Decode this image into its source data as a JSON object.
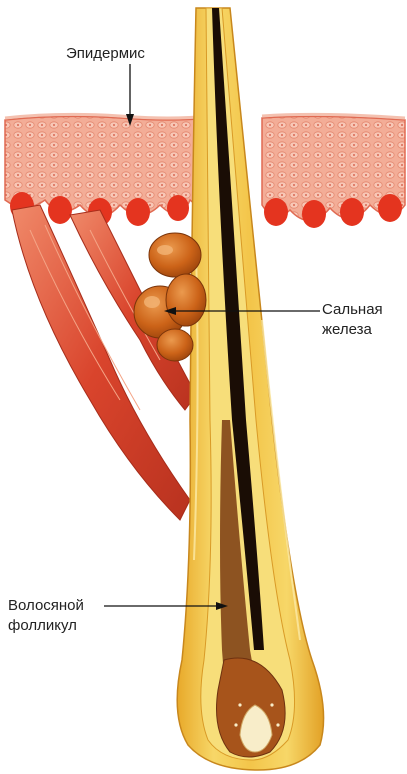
{
  "labels": {
    "epidermis": "Эпидермис",
    "sebaceous_gland": [
      "Сальная",
      "железа"
    ],
    "hair_follicle": [
      "Волосяной",
      "фолликул"
    ]
  },
  "colors": {
    "epidermis_light": "#f6b7a2",
    "epidermis_dark": "#e98268",
    "dermal_papillae": "#e4341f",
    "muscle": "#d9442c",
    "muscle_highlight": "#f08a6a",
    "gland": "#c75a12",
    "gland_highlight": "#e98a3c",
    "follicle_outer": "#f2c23a",
    "follicle_inner": "#f7de7a",
    "hair_shaft": "#1a0d05",
    "hair_mid": "#7a3b12",
    "bulb_core": "#a7541b",
    "papilla": "#f8edc9",
    "arrow": "#111111",
    "text": "#222222"
  }
}
